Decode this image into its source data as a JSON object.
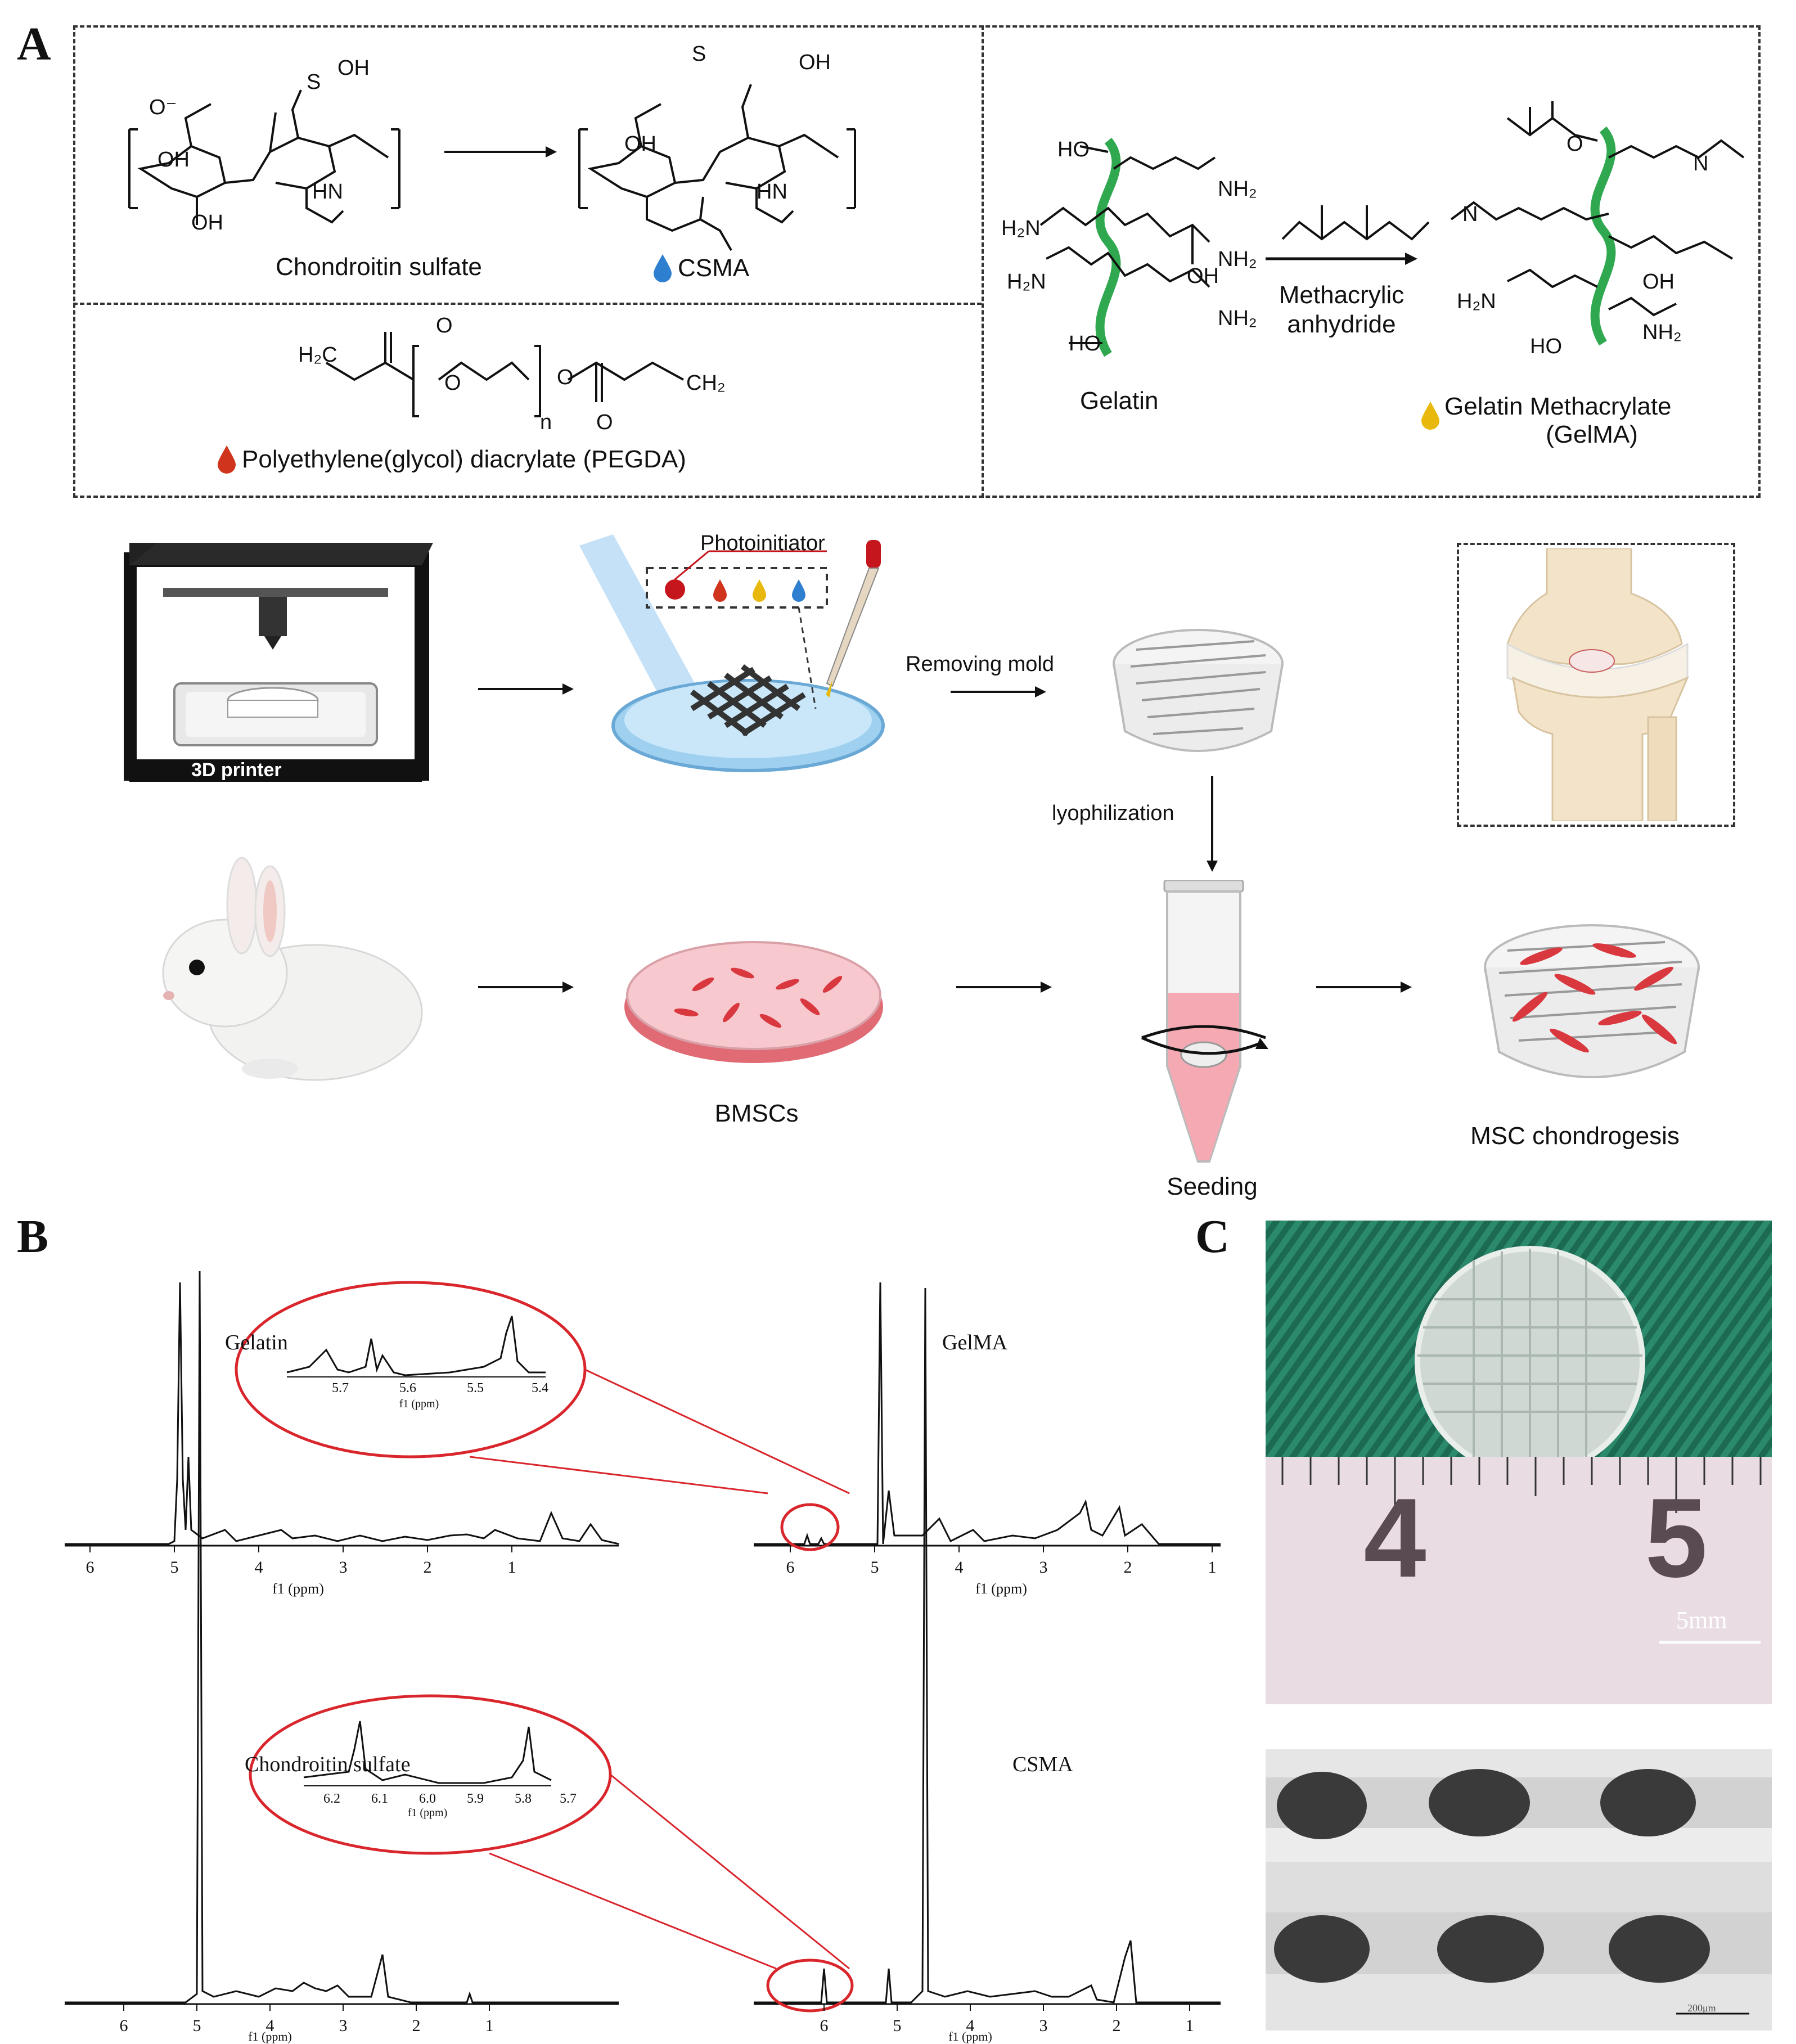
{
  "panels": {
    "a": "A",
    "b": "B",
    "c": "C"
  },
  "chem": {
    "cs_label": "Chondroitin sulfate",
    "csma_label": "CSMA",
    "pegda_label": "Polyethylene(glycol) diacrylate (PEGDA)",
    "gelatin_label": "Gelatin",
    "reagent_line1": "Methacrylic",
    "reagent_line2": "anhydride",
    "gelma_line1": "Gelatin Methacrylate",
    "gelma_line2": "(GelMA)",
    "groups": {
      "oh": "OH",
      "ho": "HO",
      "nh2": "NH₂",
      "h2n": "H₂N",
      "hn": "HN",
      "o": "O",
      "s": "S",
      "o_minus": "O⁻",
      "n": "n",
      "ch2": "CH₂",
      "h2c": "H₂C",
      "n_atom": "N",
      "h": "H"
    }
  },
  "workflow": {
    "printer_label": "3D printer",
    "photoinitiator": "Photoinitiator",
    "removing_mold": "Removing mold",
    "lyophilization": "lyophilization",
    "bmscs": "BMSCs",
    "seeding": "Seeding",
    "msc": "MSC chondrogesis"
  },
  "colors": {
    "csma_drop": "#2f7fd0",
    "pegda_drop": "#d0341c",
    "gelma_drop": "#e8b90c",
    "gelatin_chain": "#2fa84f",
    "photo_red": "#c4161c",
    "cell_red": "#d9383f"
  },
  "spectra": {
    "gelatin": {
      "title": "Gelatin",
      "xlabel": "f1 (ppm)",
      "ticks": [
        "6",
        "5",
        "4",
        "3",
        "2",
        "1"
      ]
    },
    "gelma": {
      "title": "GelMA",
      "xlabel": "f1 (ppm)",
      "ticks": [
        "6",
        "5",
        "4",
        "3",
        "2",
        "1"
      ],
      "inset_ticks": [
        "5.7",
        "5.6",
        "5.5",
        "5.4"
      ],
      "inset_xlabel": "f1 (ppm)"
    },
    "cs": {
      "title": "Chondroitin sulfate",
      "xlabel": "f1 (ppm)",
      "ticks": [
        "6",
        "5",
        "4",
        "3",
        "2",
        "1"
      ]
    },
    "csma": {
      "title": "CSMA",
      "xlabel": "f1 (ppm)",
      "ticks": [
        "6",
        "5",
        "4",
        "3",
        "2",
        "1"
      ],
      "inset_ticks": [
        "6.2",
        "6.1",
        "6.0",
        "5.9",
        "5.8",
        "5.7"
      ],
      "inset_xlabel": "f1 (ppm)"
    }
  },
  "photo": {
    "ruler_numbers": [
      "4",
      "5"
    ],
    "scale_label": "5mm",
    "sem_scale_label": "200μm"
  }
}
